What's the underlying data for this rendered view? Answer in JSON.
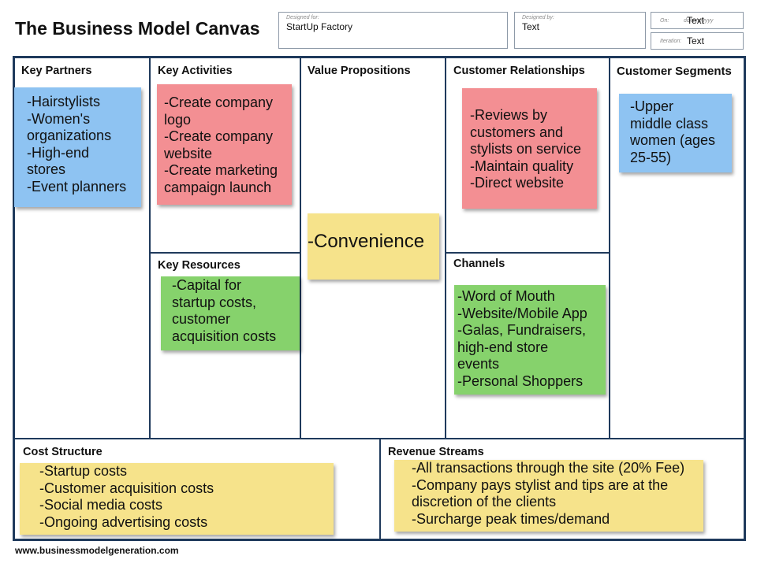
{
  "header": {
    "title": "The Business Model Canvas",
    "designed_for_label": "Designed for:",
    "designed_for_value": "StartUp Factory",
    "designed_by_label": "Designed by:",
    "designed_by_value": "Text",
    "on_label": "On:",
    "on_placeholder": "dd/mm/yyyy",
    "on_value": "Text",
    "iteration_label": "Iteration:",
    "iteration_value": "Text"
  },
  "sections": {
    "key_partners": {
      "title": "Key Partners",
      "note": [
        "-Hairstylists",
        "-Women's",
        "organizations",
        "-High-end",
        "stores",
        "-Event planners"
      ]
    },
    "key_activities": {
      "title": "Key Activities",
      "note": [
        "-Create company",
        "logo",
        "-Create company",
        "website",
        "-Create marketing",
        "campaign launch"
      ]
    },
    "key_resources": {
      "title": "Key Resources",
      "note": [
        "-Capital for",
        "startup costs,",
        "customer",
        "acquisition costs"
      ]
    },
    "value_propositions": {
      "title": "Value Propositions",
      "note": [
        "-Convenience"
      ]
    },
    "customer_relationships": {
      "title": "Customer Relationships",
      "note": [
        "-Reviews by",
        "customers and",
        "stylists on service",
        "-Maintain quality",
        "-Direct website"
      ]
    },
    "channels": {
      "title": "Channels",
      "note": [
        "-Word of Mouth",
        "-Website/Mobile App",
        "-Galas, Fundraisers,",
        "high-end store",
        "events",
        "-Personal Shoppers"
      ]
    },
    "customer_segments": {
      "title": "Customer Segments",
      "note": [
        "-Upper",
        "middle class",
        "women (ages",
        "25-55)"
      ]
    },
    "cost_structure": {
      "title": "Cost Structure",
      "note": [
        "-Startup costs",
        "-Customer acquisition costs",
        "-Social media costs",
        "-Ongoing advertising costs"
      ]
    },
    "revenue_streams": {
      "title": "Revenue Streams",
      "note": [
        "-All transactions through the site (20% Fee)",
        "-Company pays stylist and tips are at the",
        "discretion of the clients",
        "-Surcharge peak times/demand"
      ]
    }
  },
  "footer": {
    "url": "www.businessmodelgeneration.com"
  },
  "colors": {
    "frame": "#1f3a5c",
    "blue_note": "#8ec3f2",
    "pink_note": "#f38f93",
    "green_note": "#86d26c",
    "yellow_note": "#f6e38b"
  }
}
